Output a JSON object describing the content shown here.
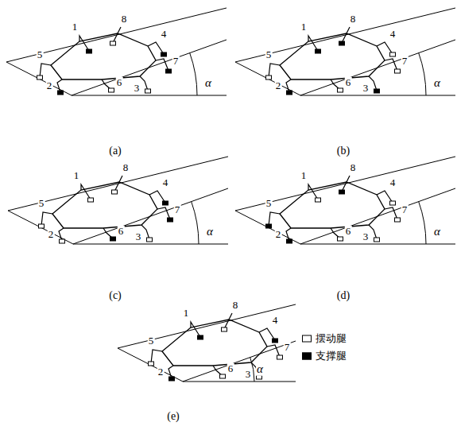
{
  "diagram": {
    "labels": [
      "1",
      "8",
      "4",
      "5",
      "7",
      "2",
      "6",
      "3",
      "α",
      "(a)",
      "1",
      "8",
      "4",
      "5",
      "7",
      "2",
      "6",
      "3",
      "α",
      "(b)",
      "1",
      "8",
      "4",
      "5",
      "7",
      "2",
      "6",
      "3",
      "α",
      "(c)",
      "1",
      "8",
      "4",
      "5",
      "7",
      "2",
      "6",
      "3",
      "α",
      "(d)",
      "1",
      "8",
      "4",
      "5",
      "7",
      "2",
      "6",
      "3",
      "α",
      "(e)"
    ],
    "legend": [
      {
        "text": "摆动腿",
        "color": "#ffffff"
      },
      {
        "text": "支撑腿",
        "color": "#000000"
      }
    ]
  }
}
